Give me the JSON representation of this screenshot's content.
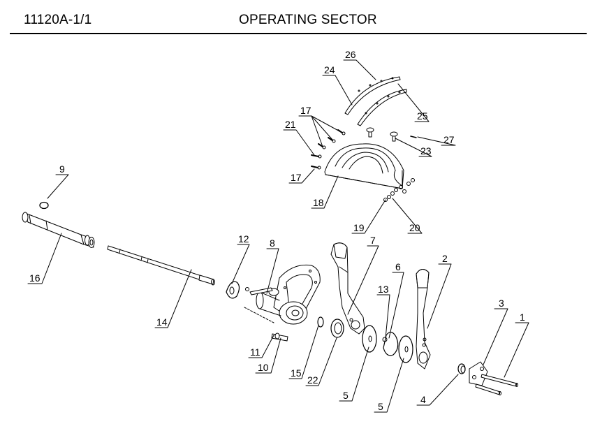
{
  "header": {
    "doc_code": "11120A-1/1",
    "title": "OPERATING SECTOR"
  },
  "callouts": [
    {
      "id": "c1",
      "num": "1"
    },
    {
      "id": "c2",
      "num": "2"
    },
    {
      "id": "c3",
      "num": "3"
    },
    {
      "id": "c4",
      "num": "4"
    },
    {
      "id": "c5a",
      "num": "5"
    },
    {
      "id": "c5b",
      "num": "5"
    },
    {
      "id": "c6",
      "num": "6"
    },
    {
      "id": "c7",
      "num": "7"
    },
    {
      "id": "c8",
      "num": "8"
    },
    {
      "id": "c9",
      "num": "9"
    },
    {
      "id": "c10",
      "num": "10"
    },
    {
      "id": "c11",
      "num": "11"
    },
    {
      "id": "c12",
      "num": "12"
    },
    {
      "id": "c13",
      "num": "13"
    },
    {
      "id": "c14",
      "num": "14"
    },
    {
      "id": "c15",
      "num": "15"
    },
    {
      "id": "c16",
      "num": "16"
    },
    {
      "id": "c17a",
      "num": "17"
    },
    {
      "id": "c17b",
      "num": "17"
    },
    {
      "id": "c18",
      "num": "18"
    },
    {
      "id": "c19",
      "num": "19"
    },
    {
      "id": "c20",
      "num": "20"
    },
    {
      "id": "c21",
      "num": "21"
    },
    {
      "id": "c22",
      "num": "22"
    },
    {
      "id": "c23",
      "num": "23"
    },
    {
      "id": "c24",
      "num": "24"
    },
    {
      "id": "c25",
      "num": "25"
    },
    {
      "id": "c26",
      "num": "26"
    },
    {
      "id": "c27",
      "num": "27"
    }
  ]
}
